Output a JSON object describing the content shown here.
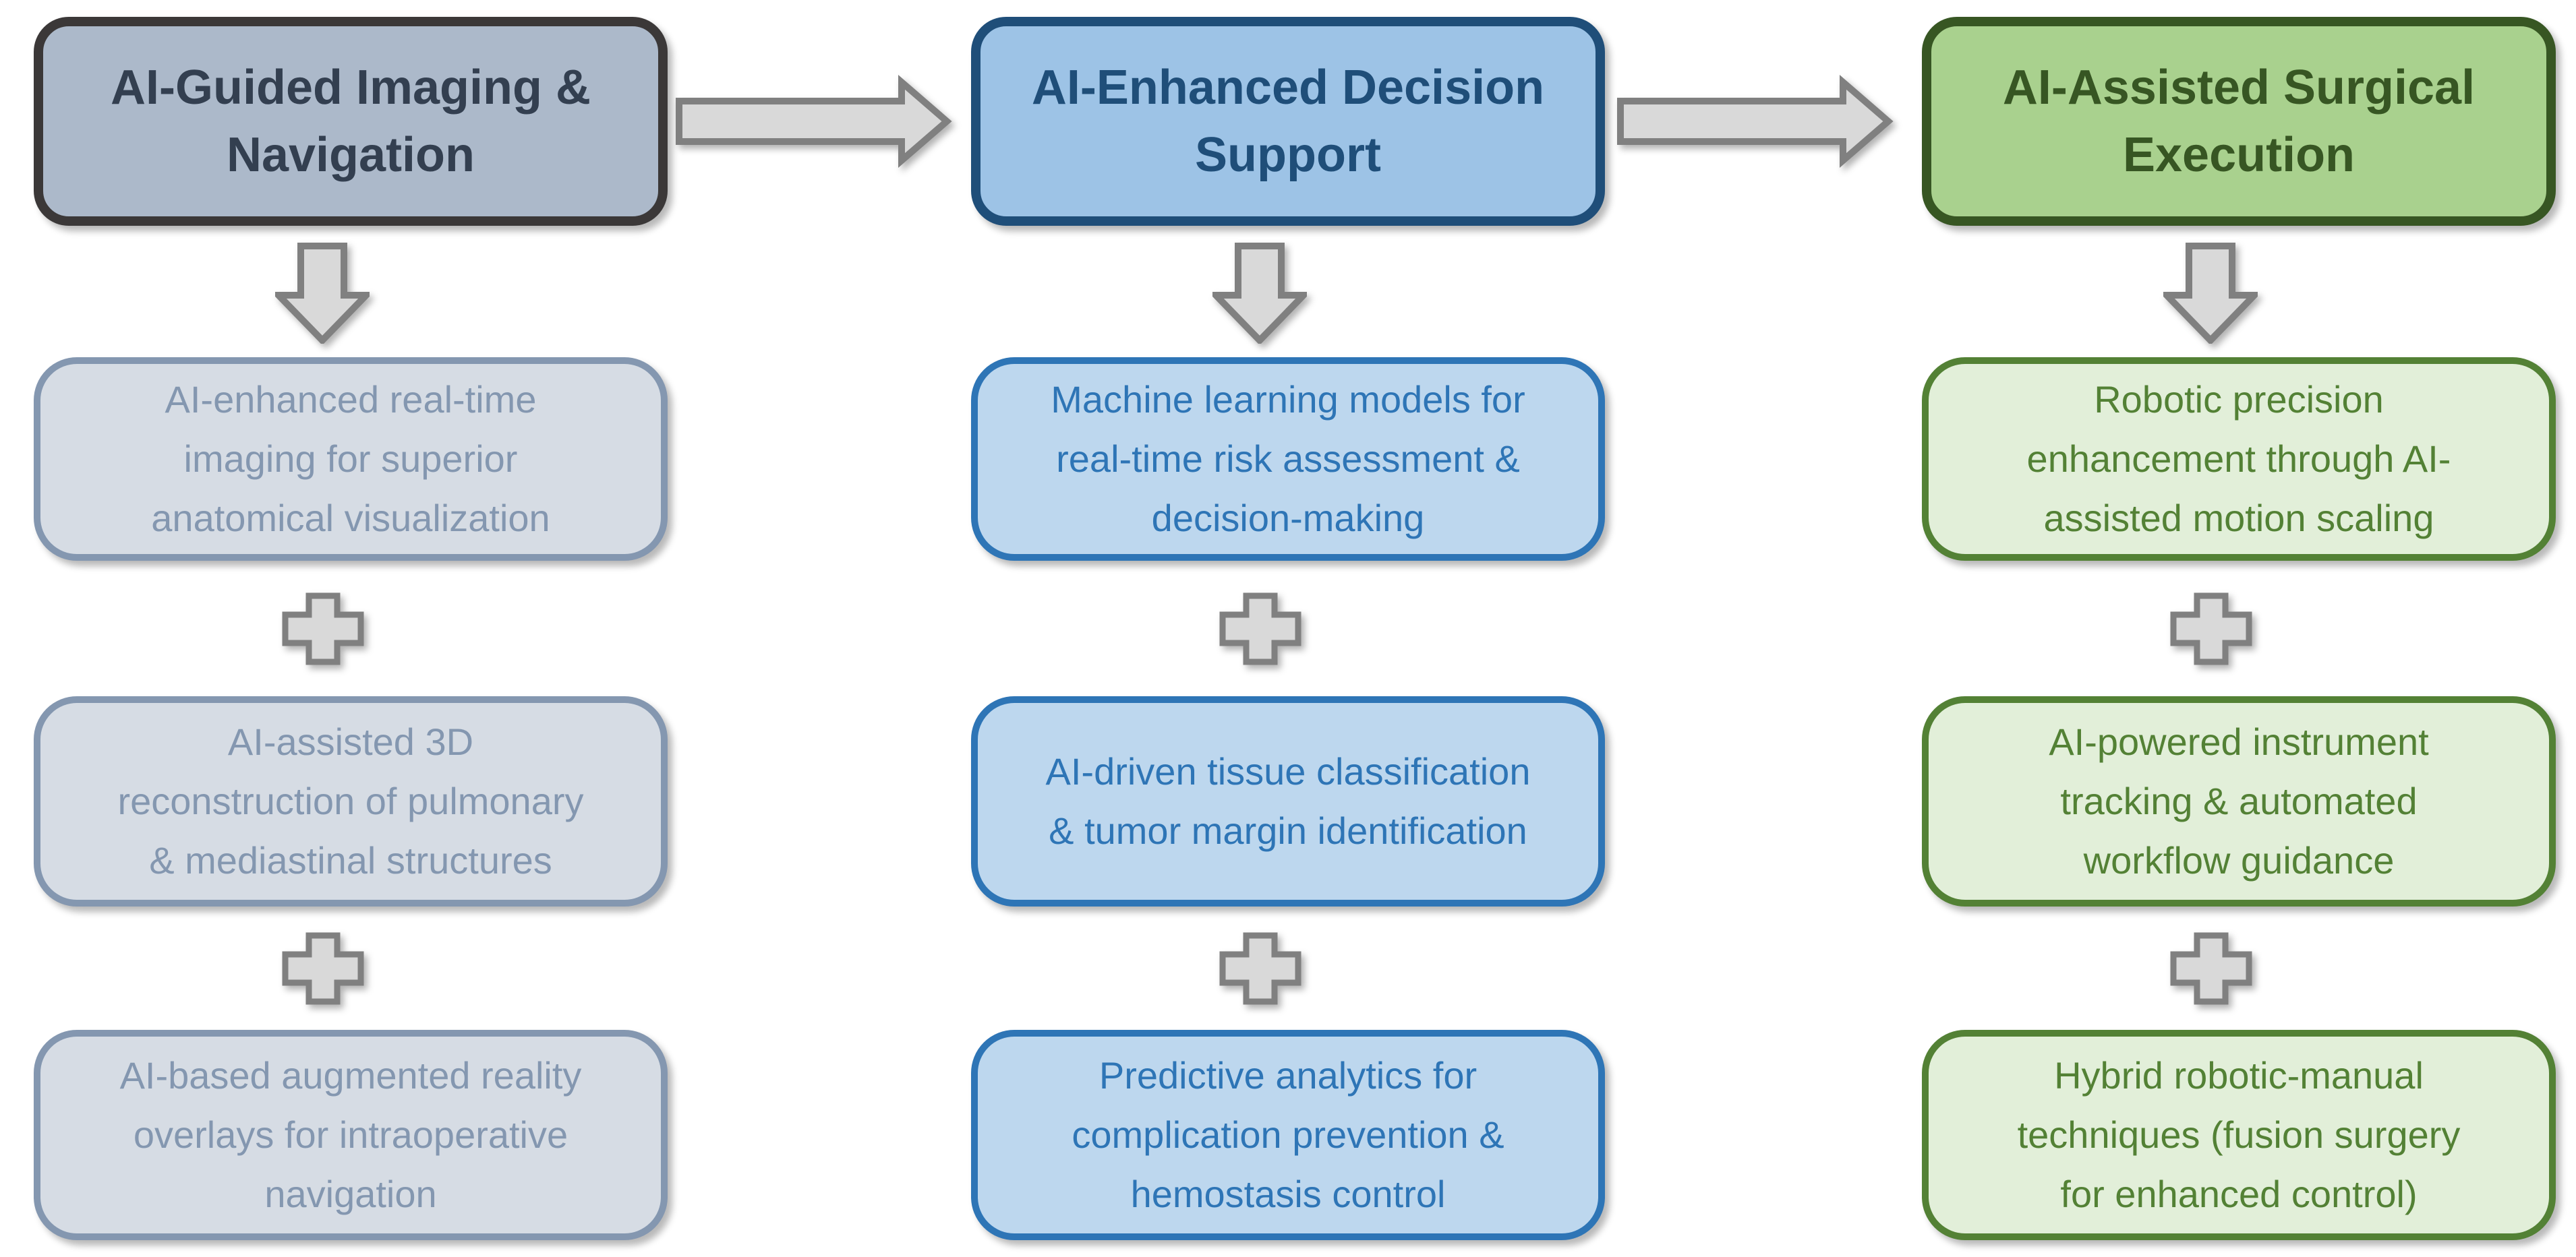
{
  "diagram": {
    "title_implied": "AI-assisted thoracic surgery workflow",
    "columns": [
      {
        "id": "imaging-navigation",
        "header": "AI-Guided Imaging & Navigation",
        "items": [
          "AI-enhanced real-time imaging for superior anatomical visualization",
          "AI-assisted 3D reconstruction of pulmonary & mediastinal structures",
          "AI-based augmented reality overlays for intraoperative navigation"
        ],
        "colors": {
          "header_fill": "#ACB9CA",
          "header_border": "#3B3838",
          "header_text": "#333F50",
          "item_fill": "#D6DCE4",
          "item_border": "#8497B0",
          "item_text": "#8497B0"
        }
      },
      {
        "id": "decision-support",
        "header": "AI-Enhanced Decision Support",
        "items": [
          "Machine learning models for real-time risk assessment & decision-making",
          "AI-driven tissue classification & tumor margin identification",
          "Predictive analytics for complication prevention & hemostasis control"
        ],
        "colors": {
          "header_fill": "#9DC3E6",
          "header_border": "#1F4E79",
          "header_text": "#1F4E79",
          "item_fill": "#BDD7EE",
          "item_border": "#2E75B6",
          "item_text": "#2E75B6"
        }
      },
      {
        "id": "surgical-execution",
        "header": "AI-Assisted Surgical Execution",
        "items": [
          "Robotic precision enhancement through AI-assisted motion scaling",
          "AI-powered instrument tracking & automated workflow guidance",
          "Hybrid robotic-manual techniques (fusion surgery for enhanced control)"
        ],
        "colors": {
          "header_fill": "#A9D18E",
          "header_border": "#375623",
          "header_text": "#375623",
          "item_fill": "#E2EFD9",
          "item_border": "#538135",
          "item_text": "#538135"
        }
      }
    ],
    "connectors": {
      "right_arrow_icon": "→",
      "down_arrow_icon": "↓",
      "plus_icon": "+",
      "fill": "#D9D9D9",
      "border": "#808080"
    }
  }
}
